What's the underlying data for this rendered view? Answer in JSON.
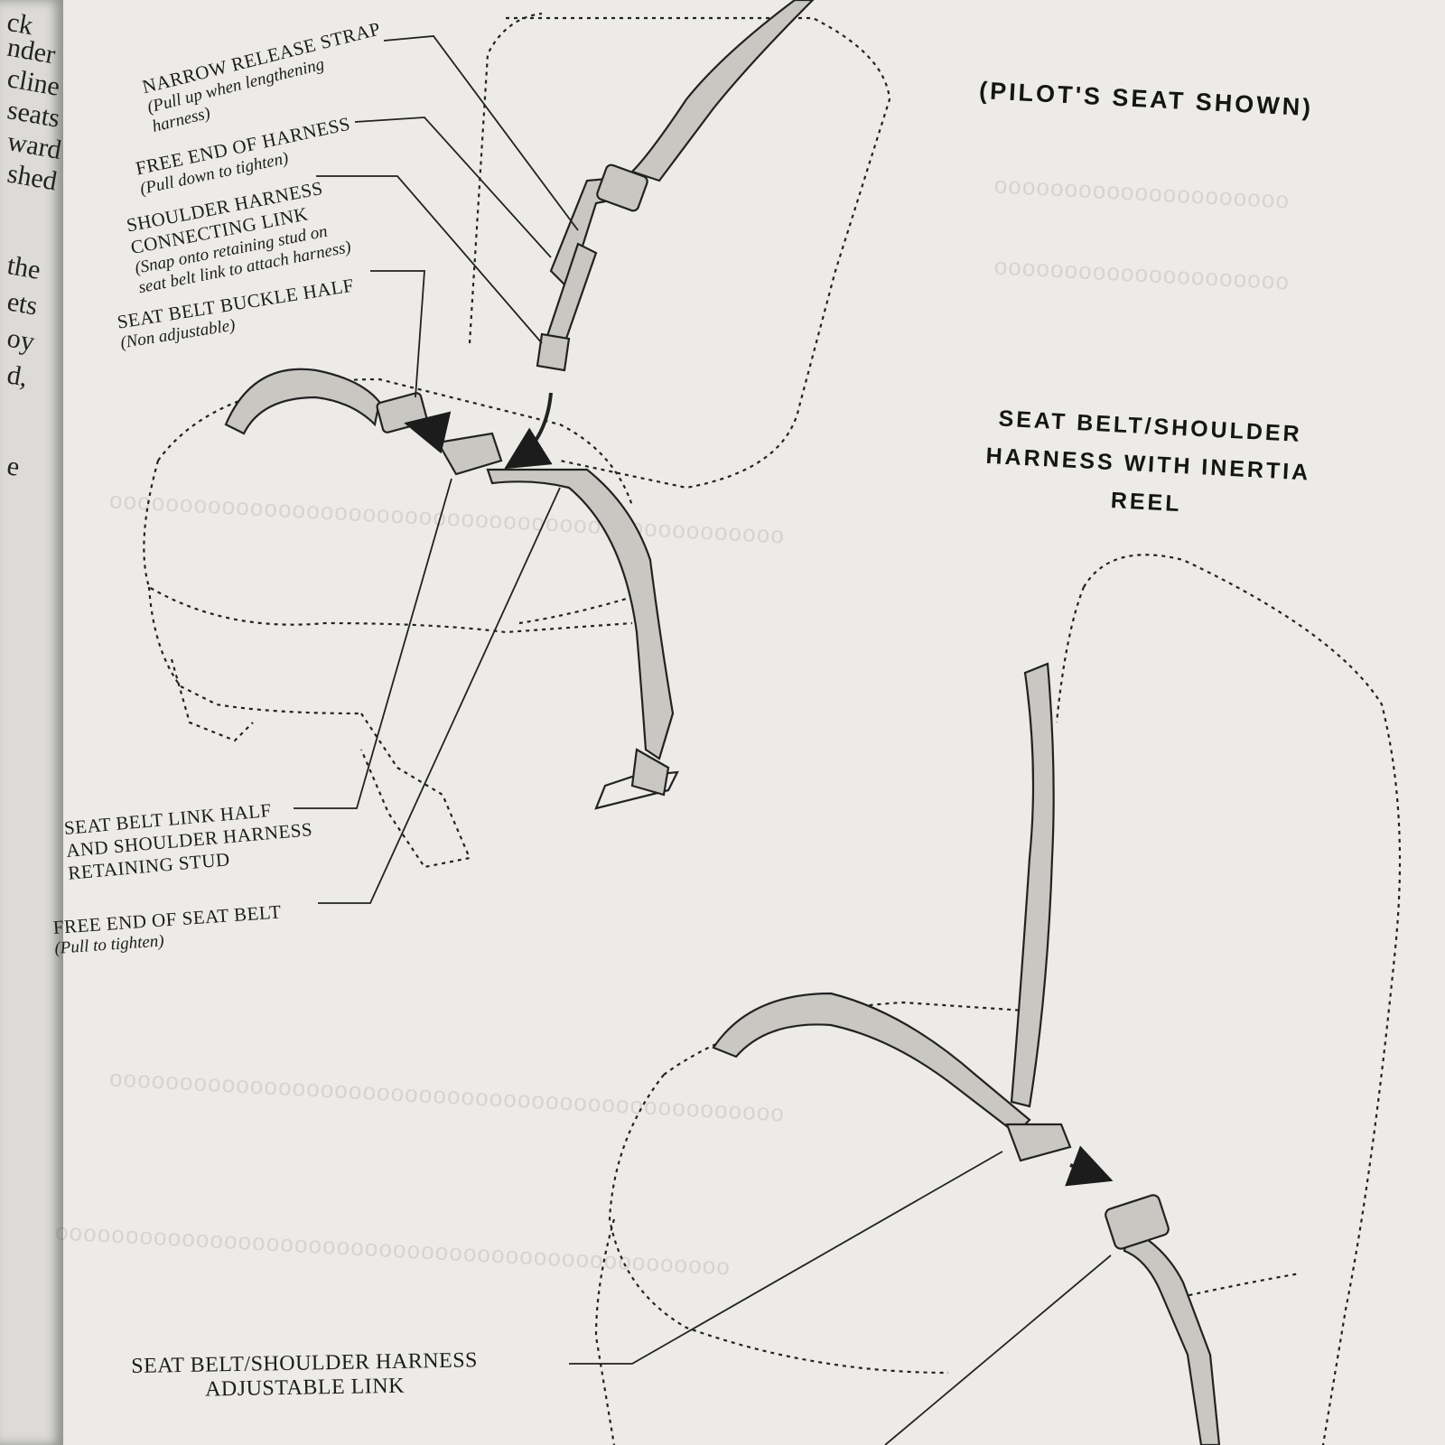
{
  "left_page_fragments": [
    "ck",
    "nder",
    "cline",
    "seats",
    "ward",
    "shed",
    "the",
    "ets",
    "oy",
    "d,",
    "e"
  ],
  "labels": {
    "narrow_release_strap": {
      "title": "NARROW RELEASE STRAP",
      "note1": "(Pull up when lengthening",
      "note2": "harness)"
    },
    "free_end_harness": {
      "title": "FREE END OF HARNESS",
      "note": "(Pull down to tighten)"
    },
    "connecting_link": {
      "title1": "SHOULDER HARNESS",
      "title2": "CONNECTING LINK",
      "note1": "(Snap onto retaining stud on",
      "note2": "seat belt link to attach harness)"
    },
    "buckle_half": {
      "title": "SEAT BELT BUCKLE HALF",
      "note": "(Non adjustable)"
    },
    "link_half": {
      "line1": "SEAT BELT LINK HALF",
      "line2": "AND SHOULDER HARNESS",
      "line3": "RETAINING STUD"
    },
    "free_end_belt": {
      "title": "FREE END OF SEAT BELT",
      "note": "(Pull to tighten)"
    },
    "adjustable_link": {
      "line1": "SEAT BELT/SHOULDER HARNESS",
      "line2": "ADJUSTABLE LINK"
    }
  },
  "headings": {
    "pilot_seat": "(PILOT'S SEAT SHOWN)",
    "inertia_line1": "SEAT BELT/SHOULDER",
    "inertia_line2": "HARNESS WITH INERTIA",
    "inertia_line3": "REEL"
  },
  "colors": {
    "paper": "#ecebe8",
    "ink": "#1c1c1c",
    "strap_fill": "#c9c7c1"
  }
}
